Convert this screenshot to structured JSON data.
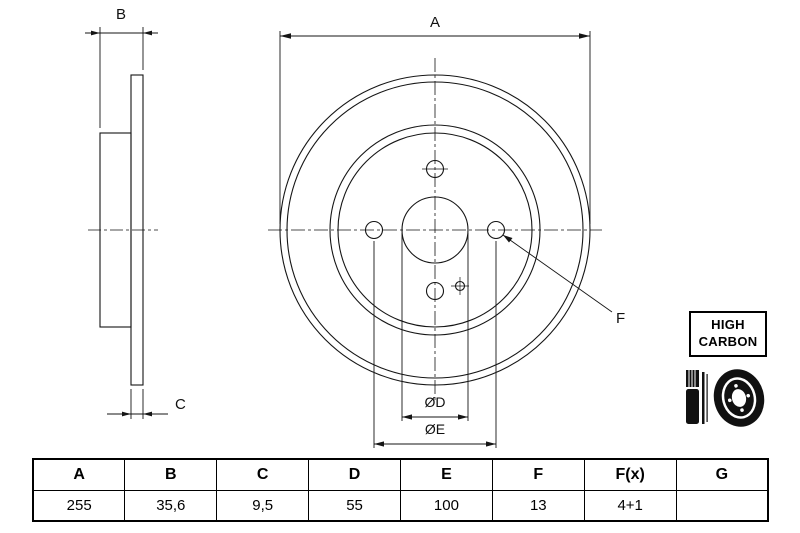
{
  "drawing": {
    "labels": {
      "a": "A",
      "b": "B",
      "c": "C",
      "d": "ØD",
      "e": "ØE",
      "f": "F"
    }
  },
  "badge": {
    "line1": "HIGH",
    "line2": "CARBON"
  },
  "icons": {
    "brake_icon": "brake-disc-and-pad-pictogram"
  },
  "colors": {
    "line": "#151515",
    "background": "#ffffff",
    "text": "#000000"
  },
  "table": {
    "headers": [
      "A",
      "B",
      "C",
      "D",
      "E",
      "F",
      "F(x)",
      "G"
    ],
    "values": [
      "255",
      "35,6",
      "9,5",
      "55",
      "100",
      "13",
      "4+1",
      ""
    ]
  }
}
